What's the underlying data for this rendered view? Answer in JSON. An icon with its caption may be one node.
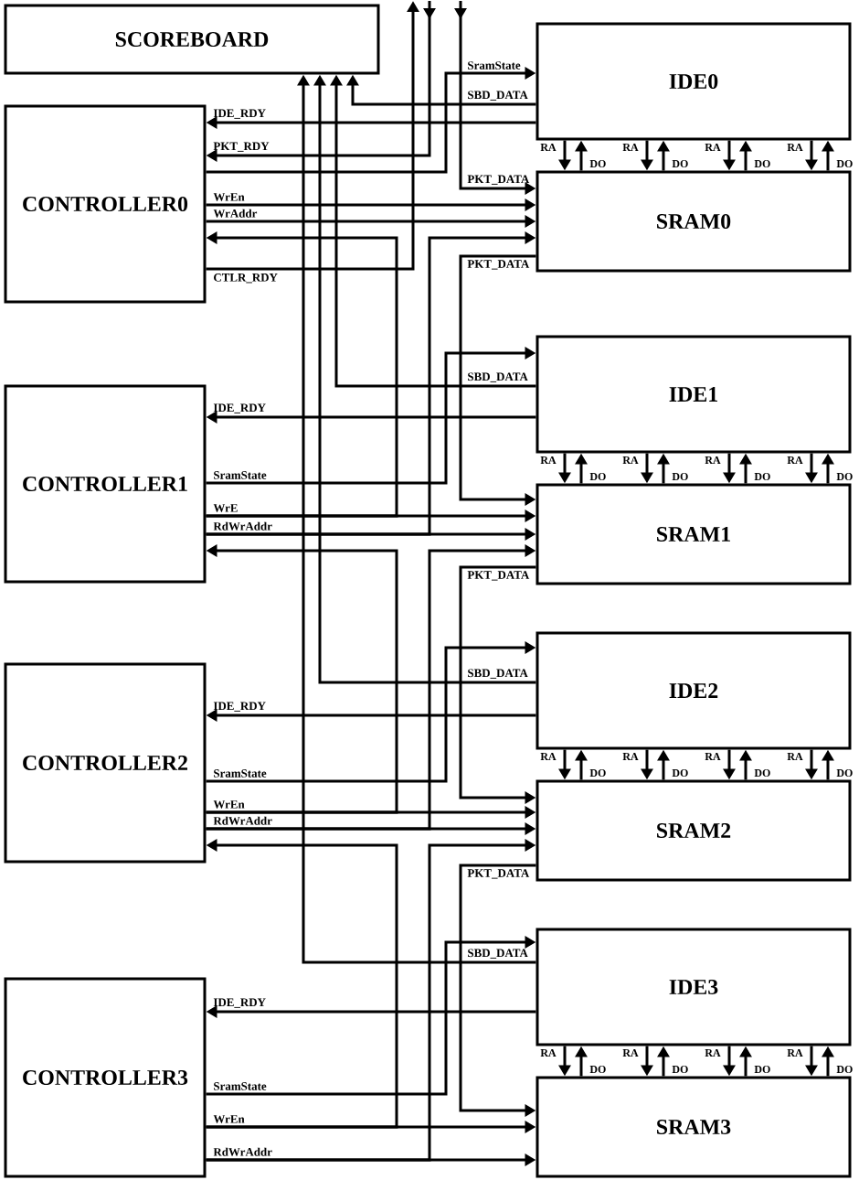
{
  "diagram": {
    "nodes": [
      {
        "text": [
          "SCOREBOARD"
        ]
      },
      {
        "text": [
          "CONTROLLER0"
        ]
      },
      {
        "text": [
          "IDE0"
        ]
      },
      {
        "text": [
          "SRAM0"
        ]
      },
      {
        "text": [
          "CONTROLLER1"
        ]
      },
      {
        "text": [
          "IDE1"
        ]
      },
      {
        "text": [
          "SRAM1"
        ]
      },
      {
        "text": [
          "CONTROLLER2"
        ]
      },
      {
        "text": [
          "IDE2"
        ]
      },
      {
        "text": [
          "SRAM2"
        ]
      },
      {
        "text": [
          "CONTROLLER3"
        ]
      },
      {
        "text": [
          "IDE3"
        ]
      },
      {
        "text": [
          "SRAM3"
        ]
      }
    ],
    "edges": [
      {
        "from": 2,
        "to": 0,
        "arrow": "to",
        "label": "SBD_DATA"
      },
      {
        "from": 2,
        "to": 1,
        "arrow": "to",
        "label": "IDE_RDY"
      },
      {
        "from": null,
        "to": 1,
        "arrow": "to",
        "label": "PKT_RDY"
      },
      {
        "from": 1,
        "to": 2,
        "arrow": "to",
        "label": "SramState"
      },
      {
        "from": 1,
        "to": 3,
        "arrow": "to",
        "label": "WrEn"
      },
      {
        "from": 1,
        "to": 3,
        "arrow": "to",
        "label": "WrAddr"
      },
      {
        "from": 1,
        "to": null,
        "arrow": "to",
        "label": "CTLR_RDY"
      },
      {
        "from": null,
        "to": 3,
        "arrow": "to",
        "label": "PKT_DATA"
      },
      {
        "from": 2,
        "to": 3,
        "arrow": "to",
        "label": "RA"
      },
      {
        "from": 3,
        "to": 2,
        "arrow": "to",
        "label": "DO"
      },
      {
        "from": 2,
        "to": 3,
        "arrow": "to",
        "label": "RA"
      },
      {
        "from": 3,
        "to": 2,
        "arrow": "to",
        "label": "DO"
      },
      {
        "from": 2,
        "to": 3,
        "arrow": "to",
        "label": "RA"
      },
      {
        "from": 3,
        "to": 2,
        "arrow": "to",
        "label": "DO"
      },
      {
        "from": 2,
        "to": 3,
        "arrow": "to",
        "label": "RA"
      },
      {
        "from": 3,
        "to": 2,
        "arrow": "to",
        "label": "DO"
      },
      {
        "from": 5,
        "to": 0,
        "arrow": "to",
        "label": "SBD_DATA"
      },
      {
        "from": 5,
        "to": 4,
        "arrow": "to",
        "label": "IDE_RDY"
      },
      {
        "from": 4,
        "to": 5,
        "arrow": "to",
        "label": "SramState"
      },
      {
        "from": 4,
        "to": 6,
        "arrow": "to",
        "label": "WrE"
      },
      {
        "from": 4,
        "to": 6,
        "arrow": "to",
        "label": "RdWrAddr"
      },
      {
        "from": 4,
        "to": 1,
        "arrow": "to"
      },
      {
        "from": 4,
        "to": 3,
        "arrow": "to"
      },
      {
        "from": 3,
        "to": 6,
        "arrow": "to",
        "label": "PKT_DATA"
      },
      {
        "from": 5,
        "to": 6,
        "arrow": "to",
        "label": "RA"
      },
      {
        "from": 6,
        "to": 5,
        "arrow": "to",
        "label": "DO"
      },
      {
        "from": 5,
        "to": 6,
        "arrow": "to",
        "label": "RA"
      },
      {
        "from": 6,
        "to": 5,
        "arrow": "to",
        "label": "DO"
      },
      {
        "from": 5,
        "to": 6,
        "arrow": "to",
        "label": "RA"
      },
      {
        "from": 6,
        "to": 5,
        "arrow": "to",
        "label": "DO"
      },
      {
        "from": 5,
        "to": 6,
        "arrow": "to",
        "label": "RA"
      },
      {
        "from": 6,
        "to": 5,
        "arrow": "to",
        "label": "DO"
      },
      {
        "from": 8,
        "to": 0,
        "arrow": "to",
        "label": "SBD_DATA"
      },
      {
        "from": 8,
        "to": 7,
        "arrow": "to",
        "label": "IDE_RDY"
      },
      {
        "from": 7,
        "to": 8,
        "arrow": "to",
        "label": "SramState"
      },
      {
        "from": 7,
        "to": 9,
        "arrow": "to",
        "label": "WrEn"
      },
      {
        "from": 7,
        "to": 9,
        "arrow": "to",
        "label": "RdWrAddr"
      },
      {
        "from": 7,
        "to": 4,
        "arrow": "to"
      },
      {
        "from": 7,
        "to": 6,
        "arrow": "to"
      },
      {
        "from": 6,
        "to": 9,
        "arrow": "to",
        "label": "PKT_DATA"
      },
      {
        "from": 8,
        "to": 9,
        "arrow": "to",
        "label": "RA"
      },
      {
        "from": 9,
        "to": 8,
        "arrow": "to",
        "label": "DO"
      },
      {
        "from": 8,
        "to": 9,
        "arrow": "to",
        "label": "RA"
      },
      {
        "from": 9,
        "to": 8,
        "arrow": "to",
        "label": "DO"
      },
      {
        "from": 8,
        "to": 9,
        "arrow": "to",
        "label": "RA"
      },
      {
        "from": 9,
        "to": 8,
        "arrow": "to",
        "label": "DO"
      },
      {
        "from": 8,
        "to": 9,
        "arrow": "to",
        "label": "RA"
      },
      {
        "from": 9,
        "to": 8,
        "arrow": "to",
        "label": "DO"
      },
      {
        "from": 11,
        "to": 0,
        "arrow": "to",
        "label": "SBD_DATA"
      },
      {
        "from": 11,
        "to": 10,
        "arrow": "to",
        "label": "IDE_RDY"
      },
      {
        "from": 10,
        "to": 11,
        "arrow": "to",
        "label": "SramState"
      },
      {
        "from": 10,
        "to": 12,
        "arrow": "to",
        "label": "WrEn"
      },
      {
        "from": 10,
        "to": 12,
        "arrow": "to",
        "label": "RdWrAddr"
      },
      {
        "from": 10,
        "to": 7,
        "arrow": "to"
      },
      {
        "from": 10,
        "to": 9,
        "arrow": "to"
      },
      {
        "from": 9,
        "to": 12,
        "arrow": "to",
        "label": "PKT_DATA"
      },
      {
        "from": 11,
        "to": 12,
        "arrow": "to",
        "label": "RA"
      },
      {
        "from": 12,
        "to": 11,
        "arrow": "to",
        "label": "DO"
      },
      {
        "from": 11,
        "to": 12,
        "arrow": "to",
        "label": "RA"
      },
      {
        "from": 12,
        "to": 11,
        "arrow": "to",
        "label": "DO"
      },
      {
        "from": 11,
        "to": 12,
        "arrow": "to",
        "label": "RA"
      },
      {
        "from": 12,
        "to": 11,
        "arrow": "to",
        "label": "DO"
      },
      {
        "from": 11,
        "to": 12,
        "arrow": "to",
        "label": "RA"
      },
      {
        "from": 12,
        "to": 11,
        "arrow": "to",
        "label": "DO"
      }
    ]
  }
}
